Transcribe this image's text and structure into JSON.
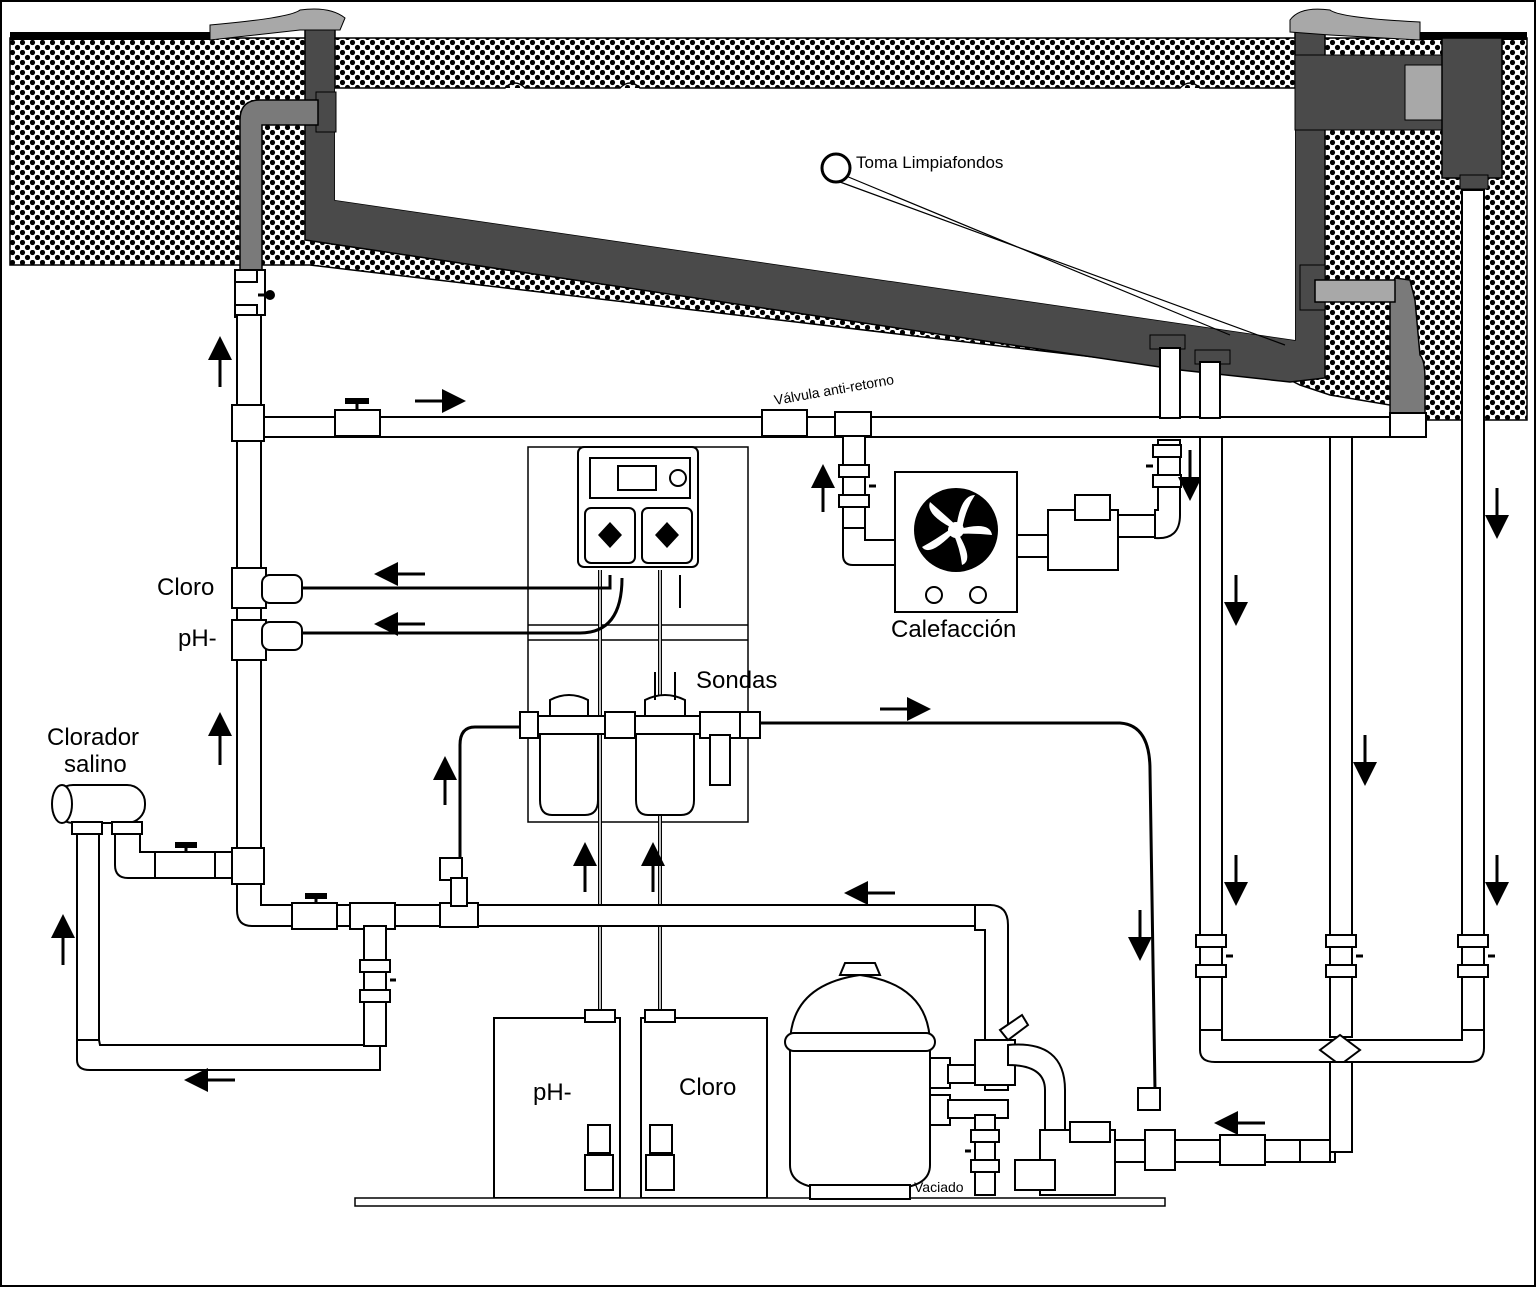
{
  "labels": {
    "toma_limpiafondos": "Toma Limpiafondos",
    "valvula_antirretorno": "Válvula anti-retorno",
    "calefaccion": "Calefacción",
    "cloro_line": "Cloro",
    "ph_line": "pH-",
    "sondas": "Sondas",
    "clorador_salino_1": "Clorador",
    "clorador_salino_2": "salino",
    "tank_ph": "pH-",
    "tank_cloro": "Cloro",
    "vaciado": "Vaciado"
  },
  "colors": {
    "pool_wall": "#4a4a4a",
    "ground_dots": "#000000",
    "background": "#ffffff",
    "coping": "#a8a8a8",
    "pipe_fill": "#ffffff"
  }
}
